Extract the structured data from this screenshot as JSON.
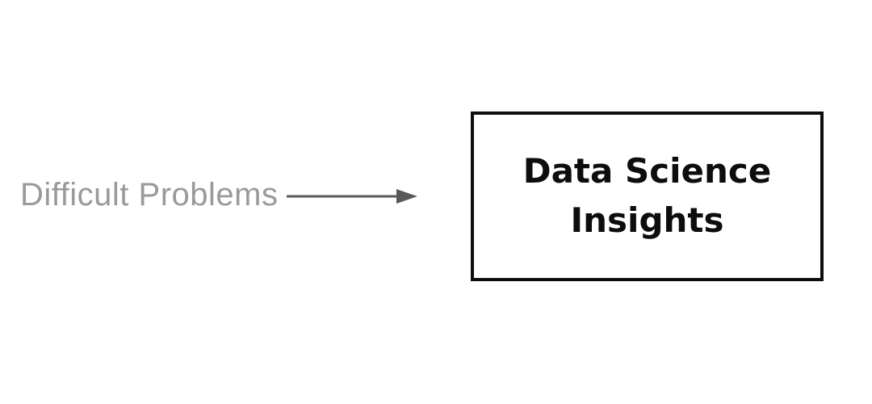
{
  "diagram": {
    "source": {
      "label": "Difficult Problems"
    },
    "arrow": {
      "direction": "right",
      "color": "#595959"
    },
    "target": {
      "label": "Data Science Insights"
    },
    "colors": {
      "background": "#ffffff",
      "source_label_gray": "#9a9a9a",
      "arrow_gray": "#595959",
      "box_border_black": "#0d0d0d",
      "box_text_black": "#0d0d0d"
    }
  }
}
